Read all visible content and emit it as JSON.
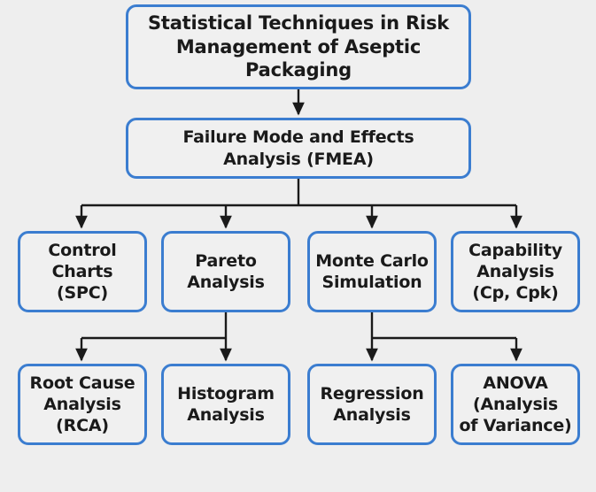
{
  "diagram": {
    "title": "Statistical Techniques in Risk Management of Aseptic Packaging",
    "type": "flowchart",
    "orientation": "top-down",
    "background_color": "#eeeeee",
    "node_fill_color": "#f0f0f0",
    "node_border_color": "#3b7dd0",
    "connector_color": "#1a1a1a",
    "text_color": "#1a1a1a"
  },
  "nodes": {
    "root": {
      "id": "root",
      "label": "Statistical Techniques in Risk\nManagement of Aseptic\nPackaging",
      "level": 1
    },
    "fmea": {
      "id": "fmea",
      "label": "Failure Mode and Effects\nAnalysis (FMEA)",
      "level": 2
    },
    "control_charts": {
      "id": "control_charts",
      "label": "Control\nCharts\n(SPC)",
      "level": 3
    },
    "pareto": {
      "id": "pareto",
      "label": "Pareto\nAnalysis",
      "level": 3
    },
    "monte_carlo": {
      "id": "monte_carlo",
      "label": "Monte Carlo\nSimulation",
      "level": 3
    },
    "capability": {
      "id": "capability",
      "label": "Capability\nAnalysis\n(Cp, Cpk)",
      "level": 3
    },
    "rca": {
      "id": "rca",
      "label": "Root Cause\nAnalysis\n(RCA)",
      "level": 4
    },
    "histogram": {
      "id": "histogram",
      "label": "Histogram\nAnalysis",
      "level": 4
    },
    "regression": {
      "id": "regression",
      "label": "Regression\nAnalysis",
      "level": 4
    },
    "anova": {
      "id": "anova",
      "label": "ANOVA\n(Analysis\nof Variance)",
      "level": 4
    }
  },
  "edges": [
    {
      "from": "root",
      "to": "fmea"
    },
    {
      "from": "fmea",
      "to": "control_charts"
    },
    {
      "from": "fmea",
      "to": "pareto"
    },
    {
      "from": "fmea",
      "to": "monte_carlo"
    },
    {
      "from": "fmea",
      "to": "capability"
    },
    {
      "from": "pareto",
      "to": "rca"
    },
    {
      "from": "pareto",
      "to": "histogram"
    },
    {
      "from": "monte_carlo",
      "to": "regression"
    },
    {
      "from": "monte_carlo",
      "to": "anova"
    }
  ]
}
